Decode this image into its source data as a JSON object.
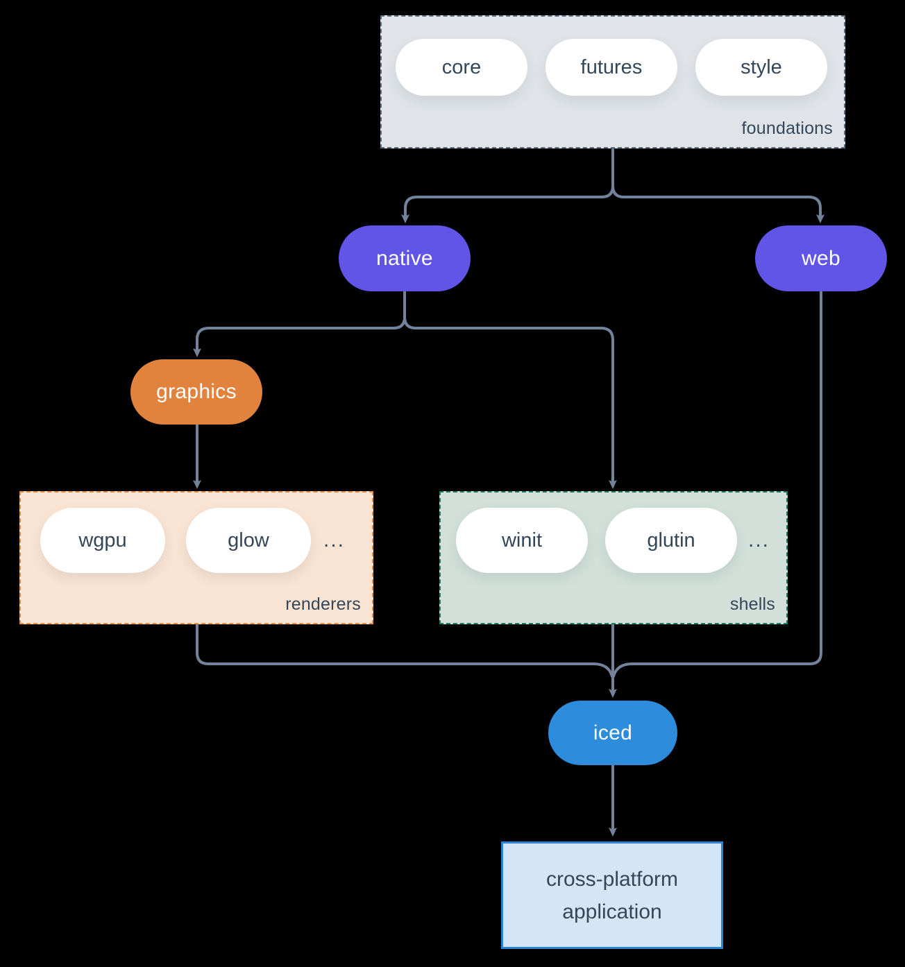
{
  "colors": {
    "background": "#000000",
    "connector": "#72839B",
    "text_dark": "#33465A",
    "pill_white": "#FFFFFF",
    "purple": "#6155E8",
    "orange": "#E2833D",
    "blue": "#2E8CDC",
    "foundations_fill": "#E0E4E8",
    "foundations_border": "#5B6F80",
    "renderers_fill": "#FAE4D3",
    "renderers_border": "#EC8A3E",
    "shells_fill": "#D2E0D9",
    "shells_border": "#1E7A68",
    "app_fill": "#D4E5F7",
    "app_border": "#2A85D8"
  },
  "groups": {
    "foundations": {
      "label": "foundations",
      "pills": [
        "core",
        "futures",
        "style"
      ]
    },
    "renderers": {
      "label": "renderers",
      "pills": [
        "wgpu",
        "glow"
      ],
      "ellipsis": "..."
    },
    "shells": {
      "label": "shells",
      "pills": [
        "winit",
        "glutin"
      ],
      "ellipsis": "..."
    }
  },
  "nodes": {
    "native": "native",
    "web": "web",
    "graphics": "graphics",
    "iced": "iced",
    "application": {
      "line1": "cross-platform",
      "line2": "application"
    }
  }
}
